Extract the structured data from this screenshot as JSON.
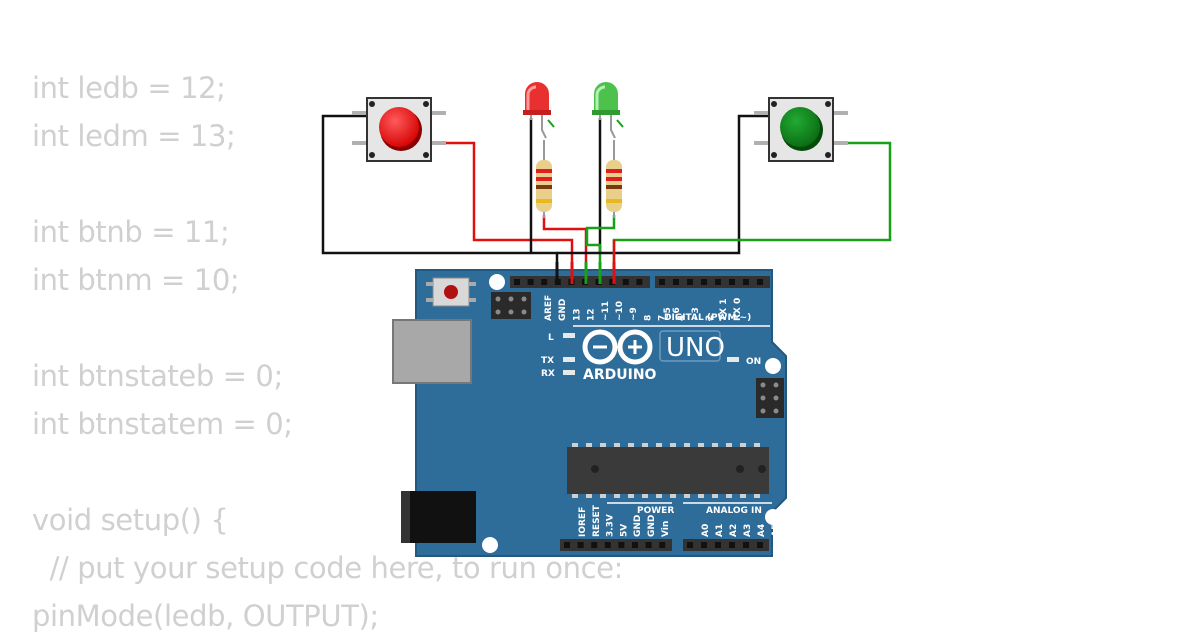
{
  "code_lines": [
    "int ledb = 12;",
    "int ledm = 13;",
    "",
    "int btnb = 11;",
    "int btnm = 10;",
    "",
    "int btnstateb = 0;",
    "int btnstatem = 0;",
    "",
    "void setup() {",
    "  // put your setup code here, to run once:",
    "pinMode(ledb, OUTPUT);"
  ],
  "board": {
    "model": "UNO",
    "brand": "ARDUINO",
    "digital_label": "DIGITAL (PWM ~)",
    "power_label": "POWER",
    "analog_label": "ANALOG IN",
    "on_label": "ON",
    "l_label": "L",
    "tx_label": "TX",
    "rx_label": "RX",
    "digital_pins": [
      "AREF",
      "GND",
      "13",
      "12",
      "~11",
      "~10",
      "~9",
      "8",
      "7",
      "~6",
      "~5",
      "4",
      "~3",
      "2",
      "TX 1",
      "RX 0"
    ],
    "power_pins": [
      "IOREF",
      "RESET",
      "3.3V",
      "5V",
      "GND",
      "GND",
      "Vin"
    ],
    "analog_pins": [
      "A0",
      "A1",
      "A2",
      "A3",
      "A4",
      "A5"
    ]
  },
  "components": {
    "button_left_color": "#ff1a1a",
    "button_right_color": "#0a8a1a",
    "led_left_color": "#e83030",
    "led_right_color": "#4cc24c"
  },
  "colors": {
    "board": "#2e6c9a",
    "wire_black": "#111111",
    "wire_red": "#e01010",
    "wire_green": "#18a018",
    "code_text": "#d0d0d0"
  }
}
